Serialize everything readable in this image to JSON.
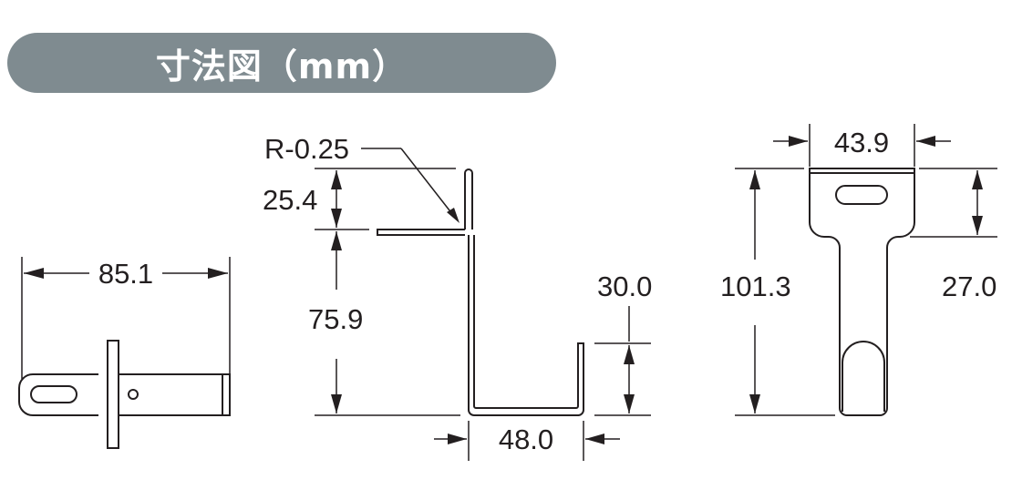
{
  "title": "寸法図（mm）",
  "dimensions": {
    "side_width": "85.1",
    "radius": "R-0.25",
    "front_top_height": "25.4",
    "front_main_height": "75.9",
    "front_right_height": "30.0",
    "front_bottom_width": "48.0",
    "back_width": "43.9",
    "back_total_height": "101.3",
    "back_plate_height": "27.0"
  }
}
